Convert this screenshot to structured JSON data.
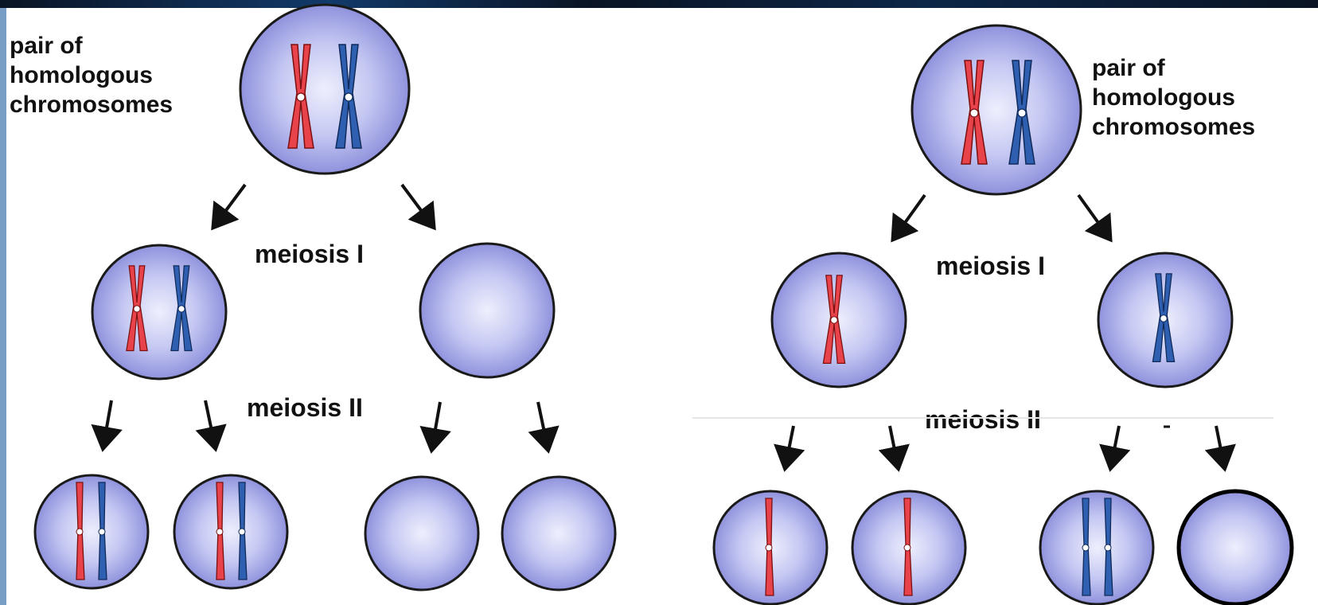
{
  "colors": {
    "top_band": "#0a1424",
    "top_band_accent": "#1e5da0",
    "background": "#ffffff",
    "cell_fill_center": "#eeeffd",
    "cell_fill_edge": "#8f92dc",
    "cell_outline": "#1a1a1a",
    "chromosome_red": "#e8424a",
    "chromosome_blue": "#2f5fb0",
    "arrow": "#111111"
  },
  "left_panel": {
    "label_homologous": [
      "pair of",
      "homologous",
      "chromosomes"
    ],
    "stage1_label": "meiosis I",
    "stage2_label": "meiosis II"
  },
  "right_panel": {
    "label_homologous": [
      "pair of",
      "homologous",
      "chromosomes"
    ],
    "stage1_label": "meiosis I",
    "stage2_label": "meiosis II"
  }
}
